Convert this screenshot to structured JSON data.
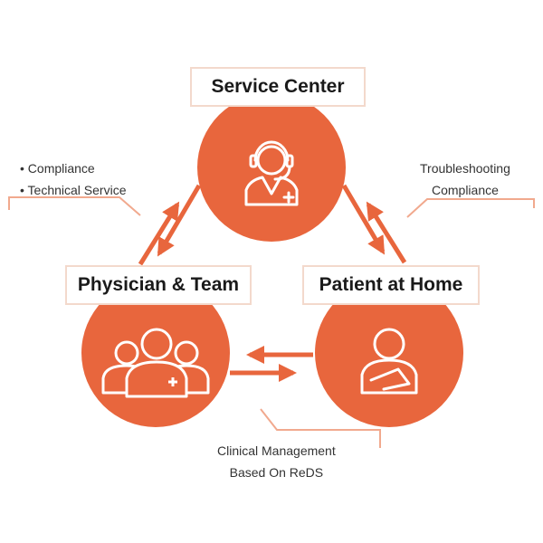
{
  "nodes": {
    "service_center": {
      "label": "Service Center"
    },
    "physician_team": {
      "label": "Physician & Team"
    },
    "patient_home": {
      "label": "Patient at Home"
    }
  },
  "notes": {
    "left": [
      "• Compliance",
      "• Technical Service"
    ],
    "right": [
      "Troubleshooting",
      "Compliance"
    ],
    "bottom": [
      "Clinical Management",
      "Based On ReDS"
    ]
  },
  "colors": {
    "accent": "#e8663d",
    "callout_line": "#e8663d",
    "label_border": "#f3d9cc",
    "icon": "#ffffff"
  },
  "icons": {
    "service_center": "headset-agent-icon",
    "physician_team": "medical-team-icon",
    "patient_home": "patient-icon"
  }
}
